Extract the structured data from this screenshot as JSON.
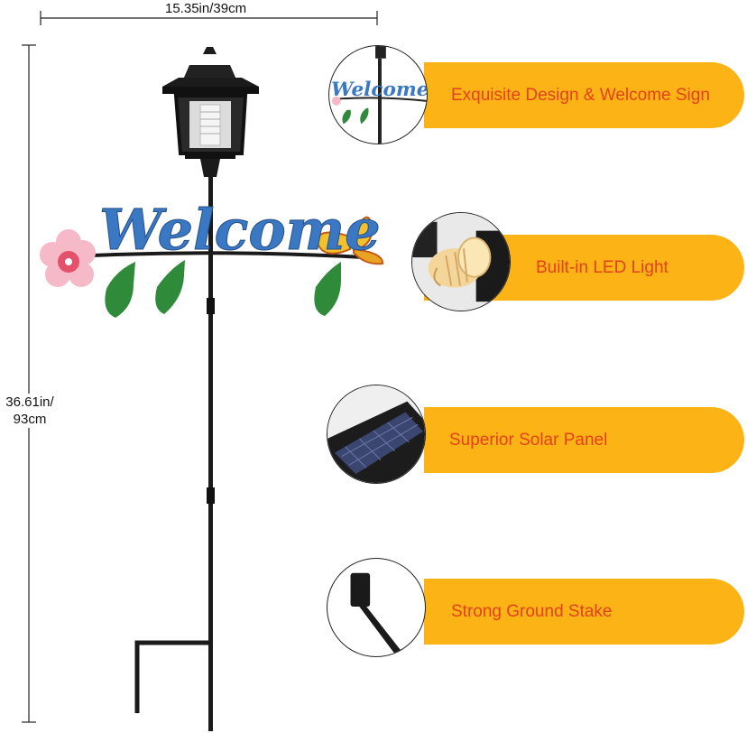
{
  "dimensions": {
    "width_label": "15.35in/39cm",
    "height_label_line1": "36.61in/",
    "height_label_line2": "93cm"
  },
  "product": {
    "sign_text": "Welcome"
  },
  "features": [
    {
      "label": "Exquisite Design & Welcome Sign",
      "icon": "welcome-sign-closeup"
    },
    {
      "label": "Built-in LED Light",
      "icon": "led-bulb-closeup"
    },
    {
      "label": "Superior Solar Panel",
      "icon": "solar-panel-closeup"
    },
    {
      "label": "Strong Ground Stake",
      "icon": "ground-stake-closeup"
    }
  ],
  "colors": {
    "pill": "#fcb316",
    "feature_text": "#e3421b",
    "sign_blue": "#3a78c3"
  }
}
